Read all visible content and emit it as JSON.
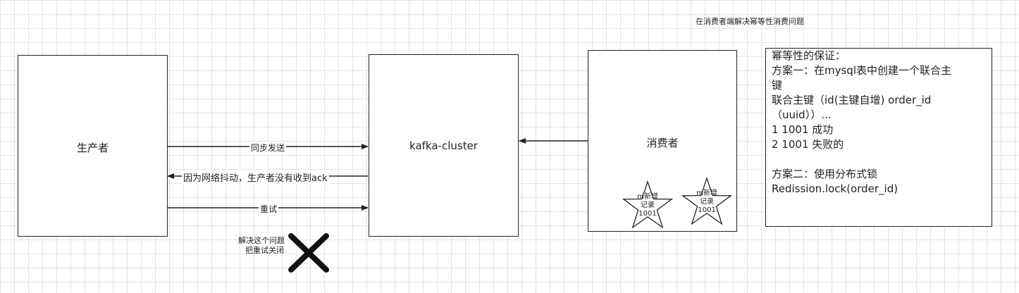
{
  "title": "在消费者端解决幂等性消费问题",
  "nodes": {
    "producer": "生产者",
    "kafka": "kafka-cluster",
    "consumer": "消费者"
  },
  "edges": {
    "sync_send": "同步发送",
    "ack_missing": "因为网络抖动，生产者没有收到ack",
    "retry": "重试"
  },
  "annotation": {
    "line1": "解决这个问题",
    "line2": "把重试关闭"
  },
  "stars": [
    {
      "line1": "m新增",
      "line2": "记录",
      "line3": "1001"
    },
    {
      "line1": "m新增",
      "line2": "记录",
      "line3": "1001"
    }
  ],
  "solution_text": [
    "幂等性的保证：",
    "方案一：在mysql表中创建一个联合主",
    "键",
    "联合主键（id(主键自增) order_id",
    "（uuid））...",
    "1 1001 成功",
    "2 1001 失败的",
    "",
    "方案二：使用分布式锁",
    "Redission.lock(order_id)"
  ]
}
